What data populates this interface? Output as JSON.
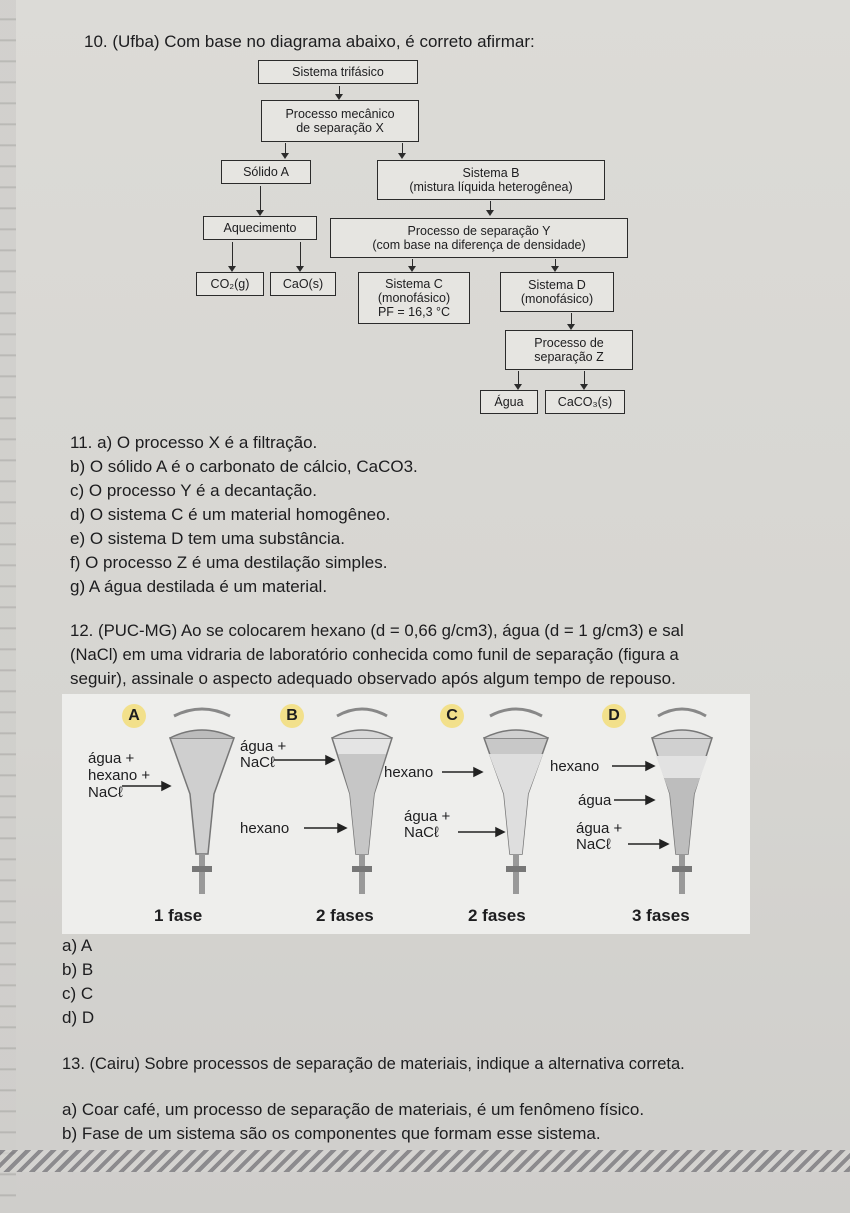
{
  "q10": {
    "title": "10. (Ufba) Com base no diagrama abaixo, é correto afirmar:",
    "diagram": {
      "trifasico": "Sistema trifásico",
      "processo_mec_1": "Processo mecânico",
      "processo_mec_2": "de separação X",
      "solido_a": "Sólido A",
      "sistema_b_1": "Sistema B",
      "sistema_b_2": "(mistura líquida heterogênea)",
      "aquecimento": "Aquecimento",
      "processo_y_1": "Processo de separação Y",
      "processo_y_2": "(com base na diferença de densidade)",
      "co2": "CO₂(g)",
      "cao": "CaO(s)",
      "sistema_c_1": "Sistema C",
      "sistema_c_2": "(monofásico)",
      "sistema_c_3": "PF = 16,3 °C",
      "sistema_d_1": "Sistema D",
      "sistema_d_2": "(monofásico)",
      "processo_z_1": "Processo de",
      "processo_z_2": "separação Z",
      "agua": "Água",
      "caco3": "CaCO₃(s)"
    }
  },
  "q11": {
    "lines": [
      "11. a) O processo X é a filtração.",
      "b) O sólido A é o carbonato de cálcio, CaCO3.",
      "c) O processo Y é a decantação.",
      "d) O sistema C é um material homogêneo.",
      "e) O sistema D tem uma substância.",
      "f) O processo Z é uma destilação simples.",
      "g) A água destilada é um material."
    ]
  },
  "q12": {
    "lines": [
      "12. (PUC-MG) Ao se colocarem hexano (d = 0,66 g/cm3), água (d = 1 g/cm3) e sal",
      "(NaCl) em uma vidraria de laboratório conhecida como funil de separação (figura a",
      "seguir), assinale o aspecto adequado observado após algum tempo de repouso."
    ],
    "figure": {
      "letters": [
        "A",
        "B",
        "C",
        "D"
      ],
      "a_label_1": "água +",
      "a_label_2": "hexano +",
      "a_label_3": "NaCℓ",
      "b_top_1": "água +",
      "b_top_2": "NaCℓ",
      "b_bottom": "hexano",
      "c_top": "hexano",
      "c_bottom_1": "água +",
      "c_bottom_2": "NaCℓ",
      "d_top": "hexano",
      "d_mid": "água",
      "d_bottom_1": "água +",
      "d_bottom_2": "NaCℓ",
      "phases": [
        "1 fase",
        "2 fases",
        "2 fases",
        "3 fases"
      ]
    },
    "options": [
      "a) A",
      "b) B",
      "c) C",
      "d) D"
    ]
  },
  "q13": {
    "title": "13. (Cairu) Sobre processos de separação de materiais, indique a alternativa correta.",
    "options": [
      "a) Coar café, um processo de separação de materiais, é um fenômeno físico.",
      "b) Fase de um sistema são os componentes que formam esse sistema."
    ]
  }
}
